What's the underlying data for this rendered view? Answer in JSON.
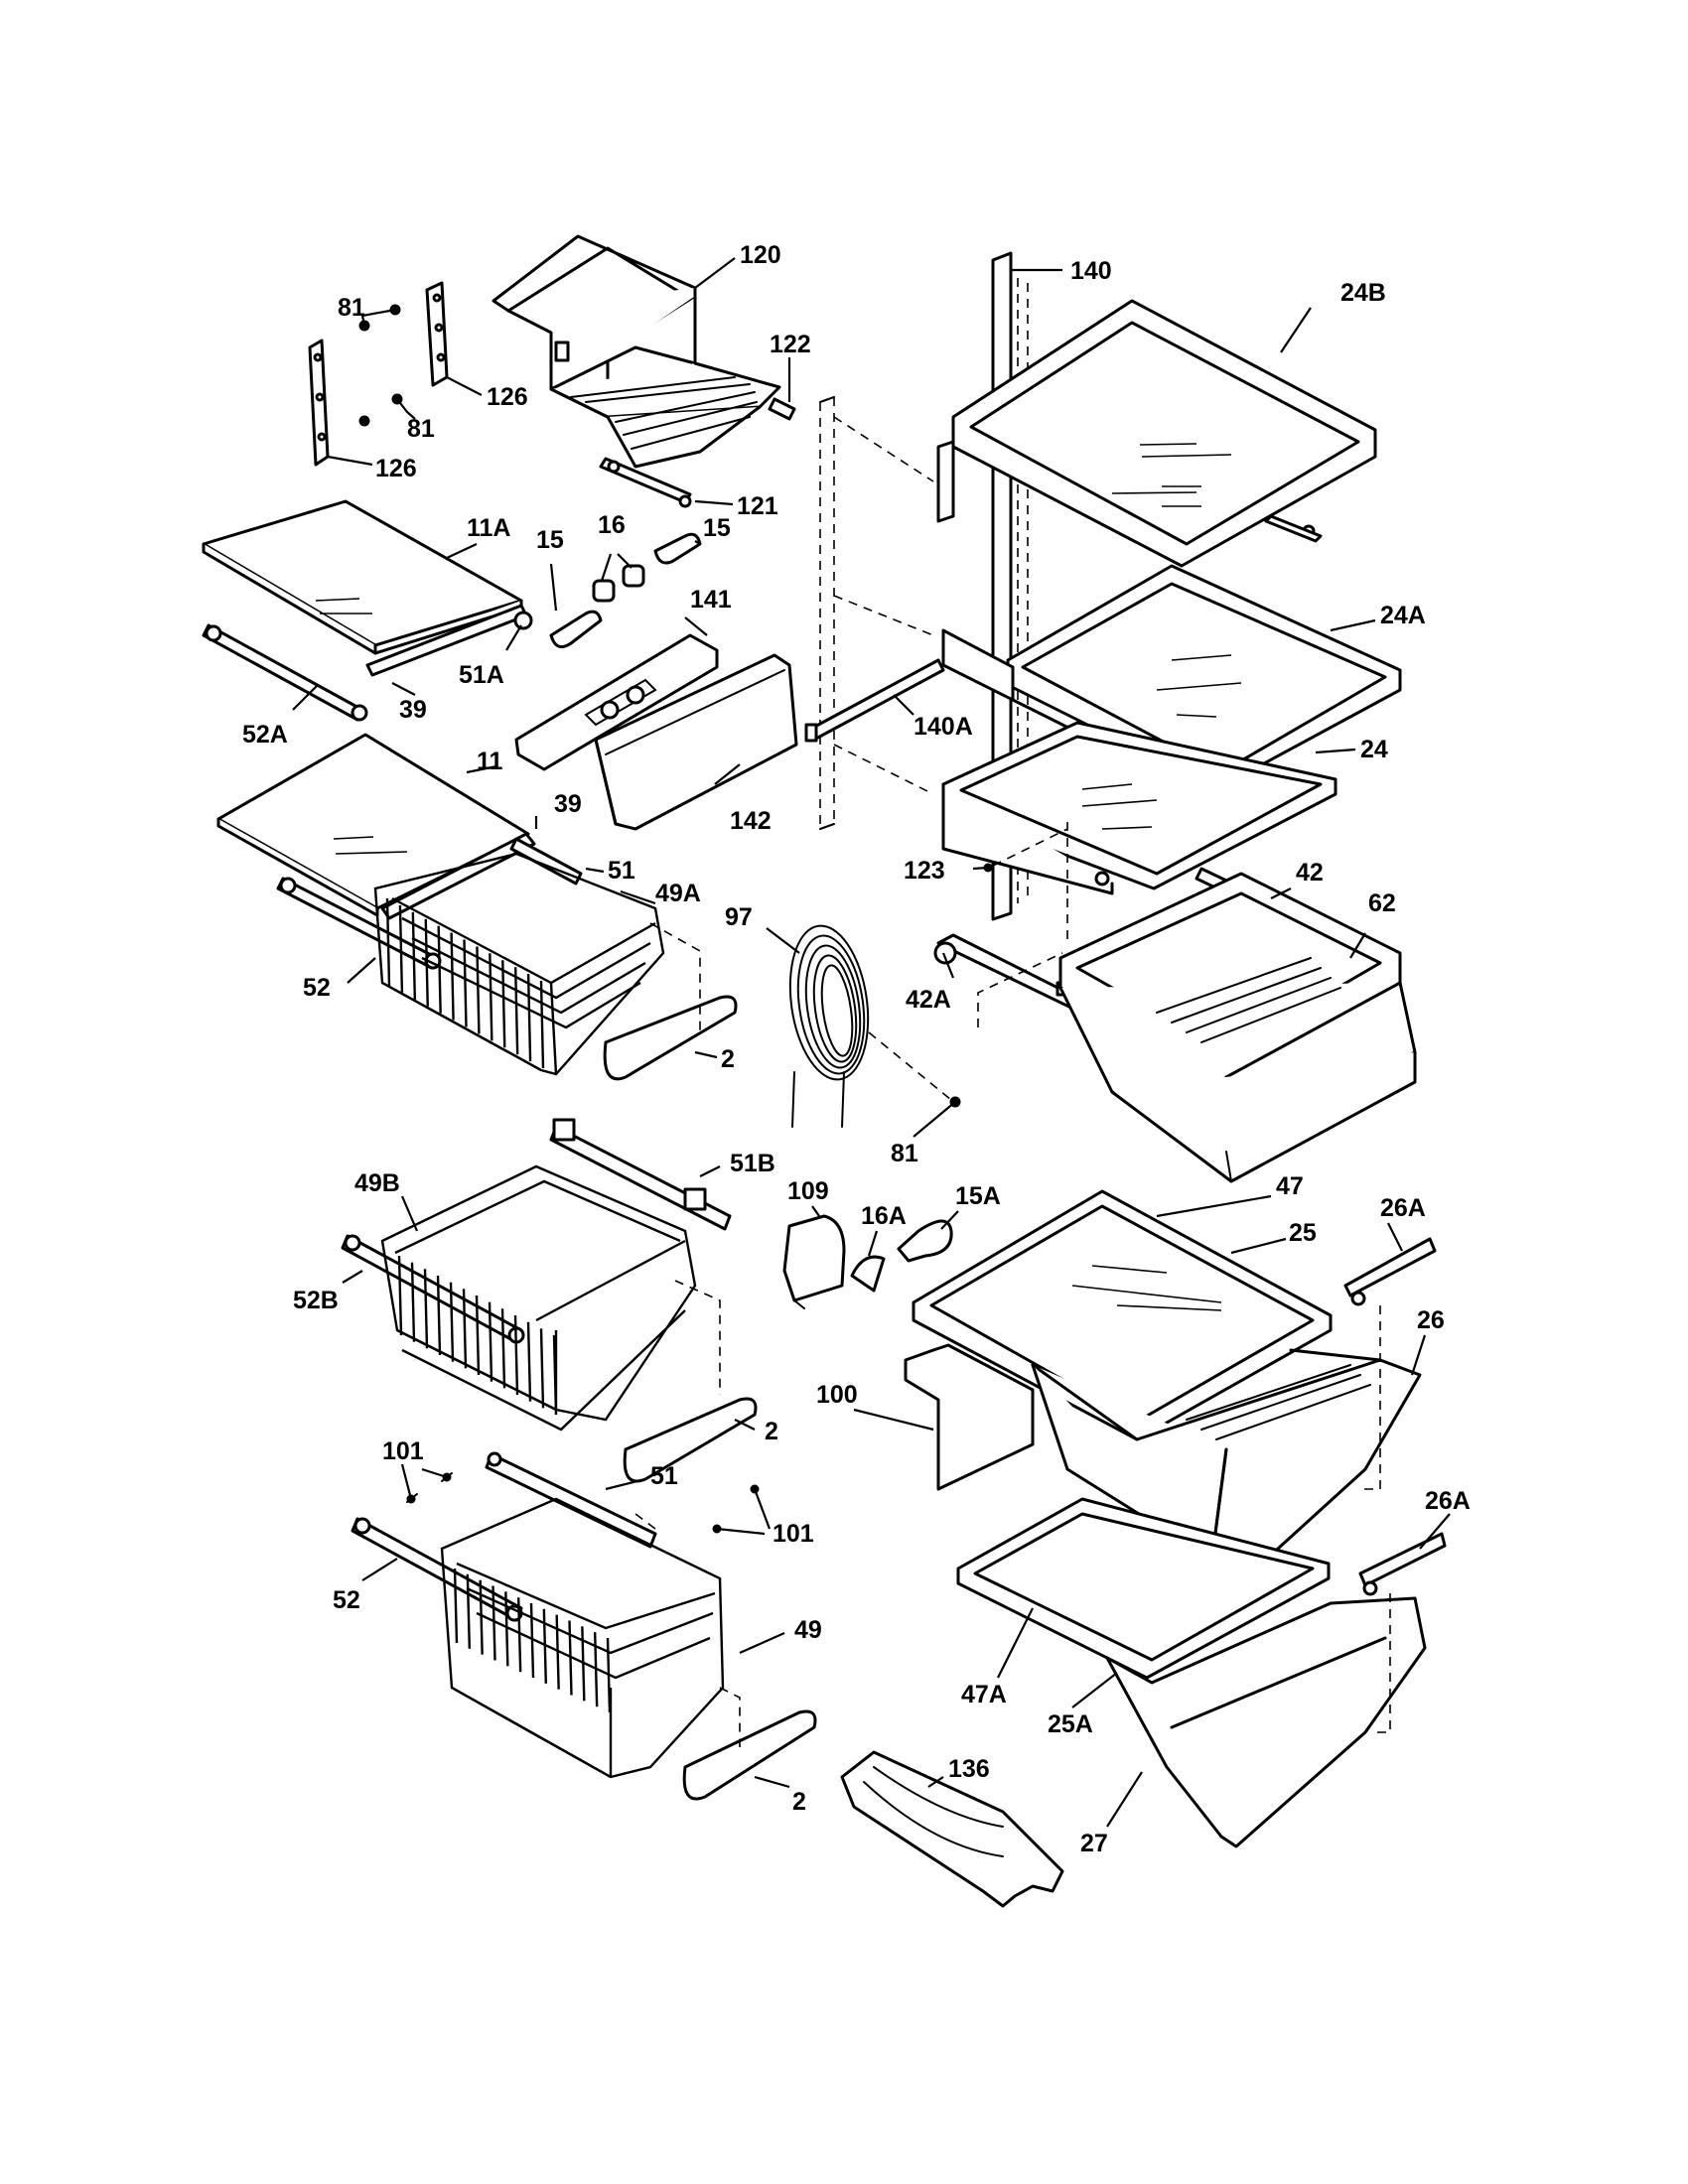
{
  "callouts": [
    {
      "id": "c-120",
      "text": "120"
    },
    {
      "id": "c-122",
      "text": "122"
    },
    {
      "id": "c-121",
      "text": "121"
    },
    {
      "id": "c-81a",
      "text": "81"
    },
    {
      "id": "c-81b",
      "text": "81"
    },
    {
      "id": "c-126a",
      "text": "126"
    },
    {
      "id": "c-126b",
      "text": "126"
    },
    {
      "id": "c-11a",
      "text": "11A"
    },
    {
      "id": "c-51a",
      "text": "51A"
    },
    {
      "id": "c-52a",
      "text": "52A"
    },
    {
      "id": "c-39a",
      "text": "39"
    },
    {
      "id": "c-15a",
      "text": "15"
    },
    {
      "id": "c-16",
      "text": "16"
    },
    {
      "id": "c-15b",
      "text": "15"
    },
    {
      "id": "c-141",
      "text": "141"
    },
    {
      "id": "c-142",
      "text": "142"
    },
    {
      "id": "c-11",
      "text": "11"
    },
    {
      "id": "c-39b",
      "text": "39"
    },
    {
      "id": "c-51",
      "text": "51"
    },
    {
      "id": "c-49a",
      "text": "49A"
    },
    {
      "id": "c-52",
      "text": "52"
    },
    {
      "id": "c-2a",
      "text": "2"
    },
    {
      "id": "c-97",
      "text": "97"
    },
    {
      "id": "c-81c",
      "text": "81"
    },
    {
      "id": "c-140",
      "text": "140"
    },
    {
      "id": "c-24b",
      "text": "24B"
    },
    {
      "id": "c-24a",
      "text": "24A"
    },
    {
      "id": "c-140a",
      "text": "140A"
    },
    {
      "id": "c-24",
      "text": "24"
    },
    {
      "id": "c-123",
      "text": "123"
    },
    {
      "id": "c-42",
      "text": "42"
    },
    {
      "id": "c-62",
      "text": "62"
    },
    {
      "id": "c-42a",
      "text": "42A"
    },
    {
      "id": "c-49b",
      "text": "49B"
    },
    {
      "id": "c-51b",
      "text": "51B"
    },
    {
      "id": "c-52b",
      "text": "52B"
    },
    {
      "id": "c-109",
      "text": "109"
    },
    {
      "id": "c-16a",
      "text": "16A"
    },
    {
      "id": "c-15a2",
      "text": "15A"
    },
    {
      "id": "c-47",
      "text": "47"
    },
    {
      "id": "c-25",
      "text": "25"
    },
    {
      "id": "c-26a",
      "text": "26A"
    },
    {
      "id": "c-26",
      "text": "26"
    },
    {
      "id": "c-100",
      "text": "100"
    },
    {
      "id": "c-2b",
      "text": "2"
    },
    {
      "id": "c-101a",
      "text": "101"
    },
    {
      "id": "c-51c",
      "text": "51"
    },
    {
      "id": "c-101b",
      "text": "101"
    },
    {
      "id": "c-52c",
      "text": "52"
    },
    {
      "id": "c-49",
      "text": "49"
    },
    {
      "id": "c-26a2",
      "text": "26A"
    },
    {
      "id": "c-47a",
      "text": "47A"
    },
    {
      "id": "c-25a",
      "text": "25A"
    },
    {
      "id": "c-136",
      "text": "136"
    },
    {
      "id": "c-27",
      "text": "27"
    },
    {
      "id": "c-2c",
      "text": "2"
    }
  ]
}
